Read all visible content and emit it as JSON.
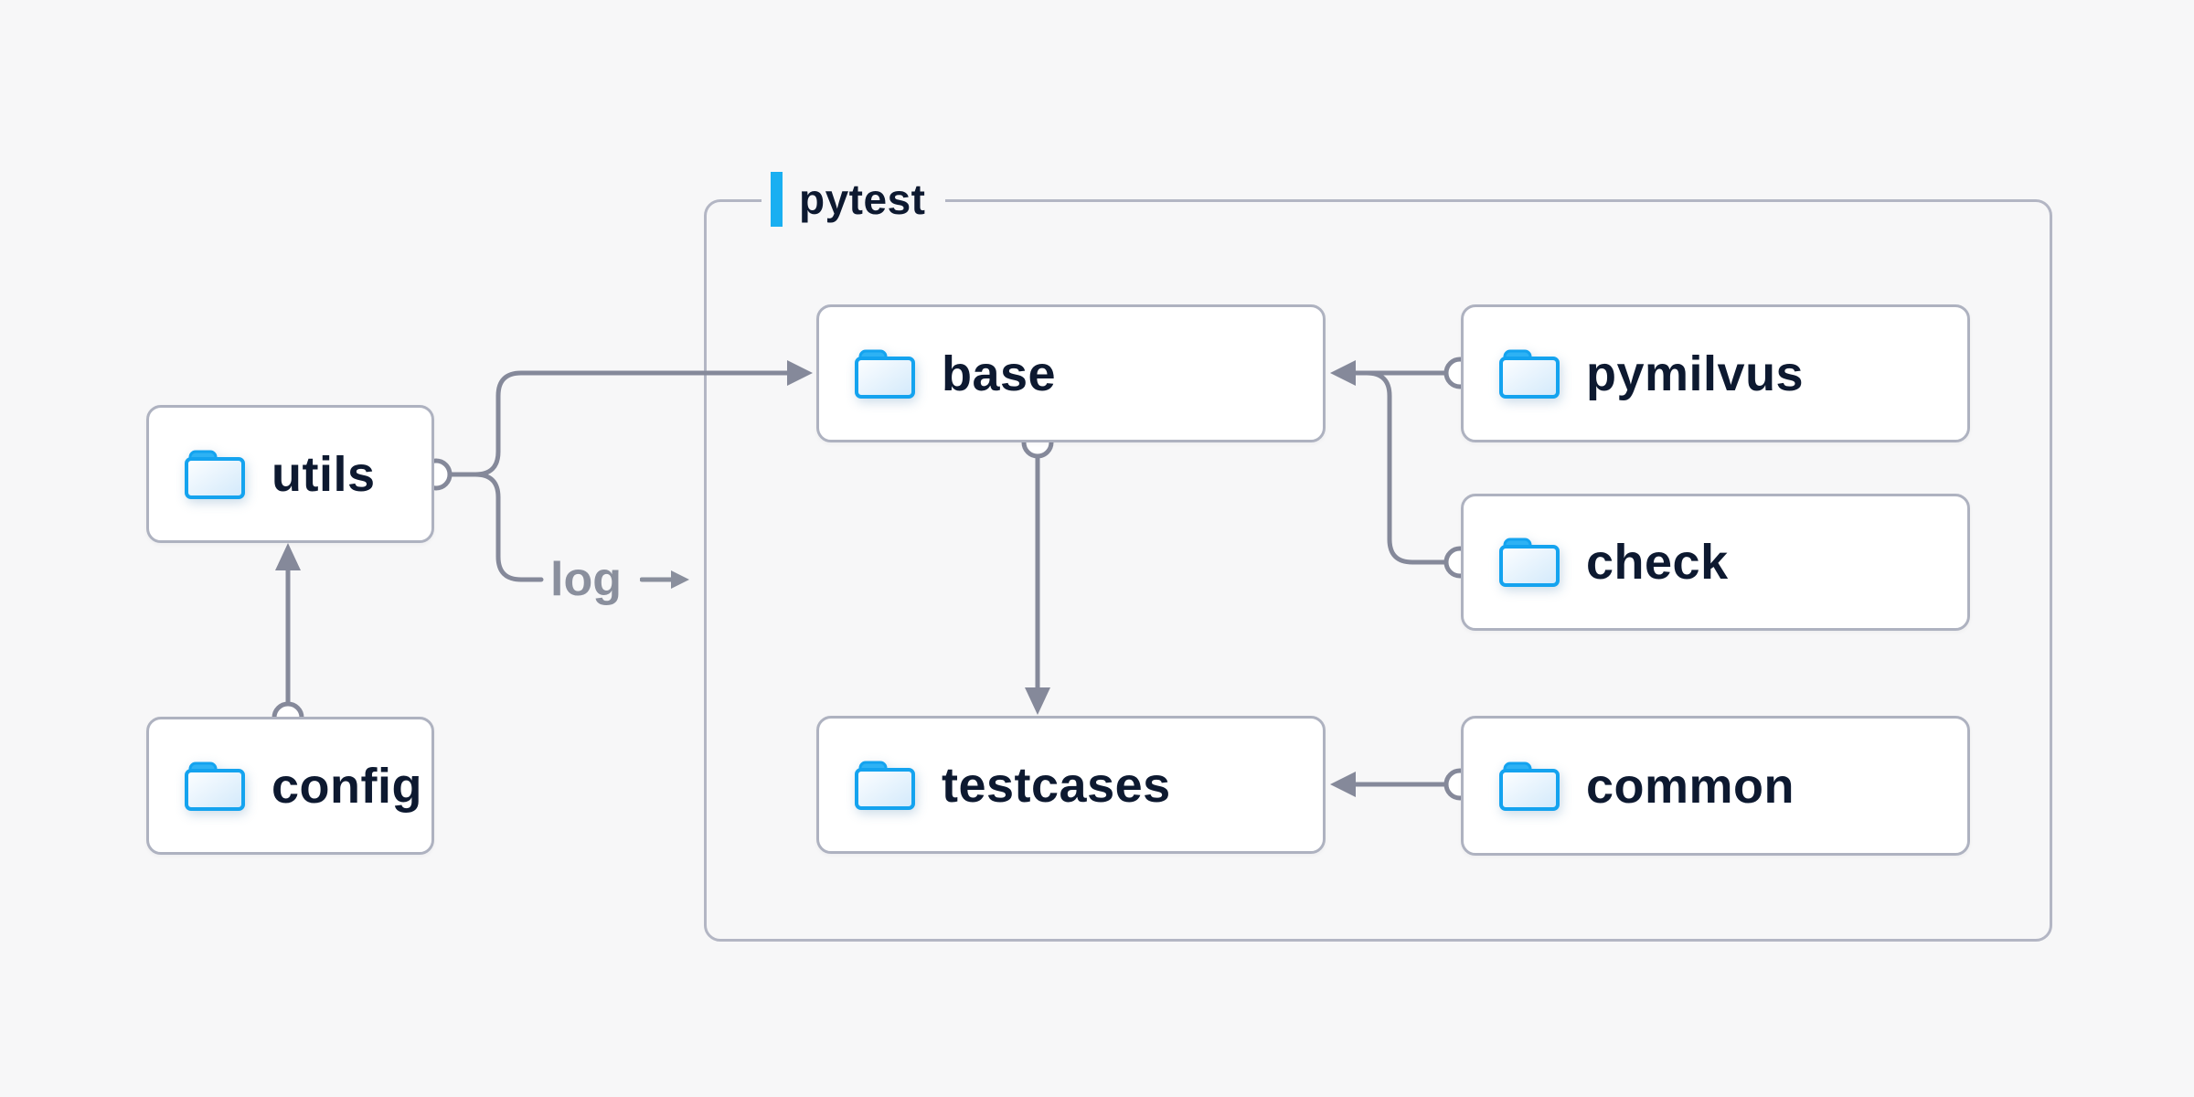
{
  "diagram": {
    "type": "folder-structure-diagram",
    "group": {
      "label": "pytest"
    },
    "nodes": [
      {
        "id": "utils",
        "label": "utils",
        "icon": "folder-icon",
        "inside_group": false
      },
      {
        "id": "config",
        "label": "config",
        "icon": "folder-icon",
        "inside_group": false
      },
      {
        "id": "base",
        "label": "base",
        "icon": "folder-icon",
        "inside_group": true
      },
      {
        "id": "pymilvus",
        "label": "pymilvus",
        "icon": "folder-icon",
        "inside_group": true
      },
      {
        "id": "check",
        "label": "check",
        "icon": "folder-icon",
        "inside_group": true
      },
      {
        "id": "testcases",
        "label": "testcases",
        "icon": "folder-icon",
        "inside_group": true
      },
      {
        "id": "common",
        "label": "common",
        "icon": "folder-icon",
        "inside_group": true
      }
    ],
    "edge_label": {
      "text": "log"
    },
    "edges": [
      {
        "from": "config",
        "to": "utils"
      },
      {
        "from": "utils",
        "to": "base"
      },
      {
        "from": "utils",
        "to": "log"
      },
      {
        "from": "pymilvus",
        "to": "base"
      },
      {
        "from": "check",
        "to": "base"
      },
      {
        "from": "base",
        "to": "testcases"
      },
      {
        "from": "common",
        "to": "testcases"
      }
    ],
    "colors": {
      "background": "#f7f7f8",
      "card_background": "#ffffff",
      "card_border": "#aeb2c0",
      "group_border": "#b3b6c4",
      "connector_gray": "#85899a",
      "text_dark": "#0d1930",
      "text_gray": "#8a8f9d",
      "accent_blue": "#19aff1",
      "folder_border_blue": "#14a3ef",
      "folder_tab_blue": "#2eb2f4"
    }
  }
}
